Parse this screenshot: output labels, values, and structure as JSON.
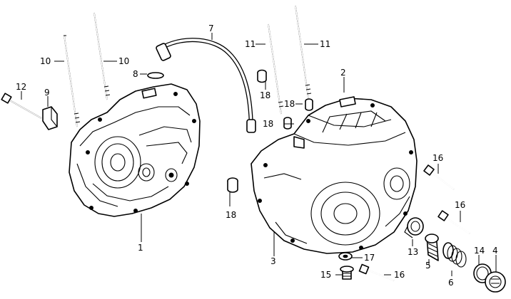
{
  "diagram": {
    "callouts": {
      "c1": "1",
      "c2": "2",
      "c3": "3",
      "c4": "4",
      "c5": "5",
      "c6": "6",
      "c7": "7",
      "c8": "8",
      "c9": "9",
      "c10a": "10",
      "c10b": "10",
      "c11a": "11",
      "c11b": "11",
      "c12": "12",
      "c13": "13",
      "c14": "14",
      "c15": "15",
      "c16a": "16",
      "c16b": "16",
      "c16c": "16",
      "c17": "17",
      "c18a": "18",
      "c18b": "18",
      "c18c": "18",
      "c18d": "18"
    }
  }
}
